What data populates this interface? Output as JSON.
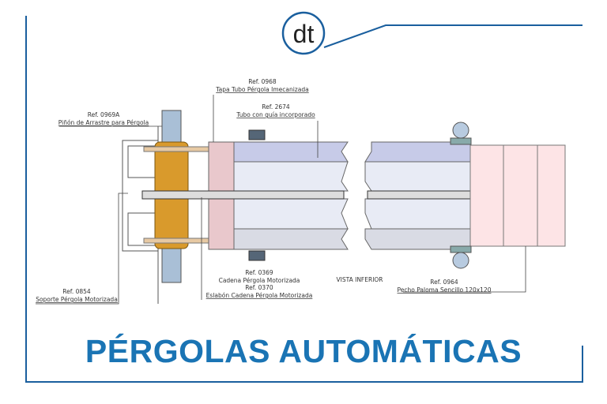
{
  "logo": {
    "text": "dt"
  },
  "title": "PÉRGOLAS AUTOMÁTICAS",
  "labels": {
    "ref0968": "Ref. 0968",
    "ref0968_name": "Tapa Tubo Pérgola Imecanizada",
    "ref2674": "Ref. 2674",
    "ref2674_name": "Tubo con guía incorporado",
    "ref0969a": "Ref. 0969A",
    "ref0969a_name": "Piñón de Arrastre para Pérgola",
    "ref0854": "Ref. 0854",
    "ref0854_name": "Soporte Pérgola Motorizada",
    "ref0369": "Ref. 0369",
    "ref0369_name": "Cadena Pérgola Motorizada",
    "ref0370": "Ref. 0370",
    "ref0370_name": "Eslabón Cadena Pérgola Motorizada",
    "view": "VISTA INFERIOR",
    "ref0964": "Ref. 0964",
    "ref0964_name": "Pecho Paloma Sencillo 120x120"
  },
  "colors": {
    "brand": "#1a74b4",
    "frame": "#1a5f9e"
  }
}
